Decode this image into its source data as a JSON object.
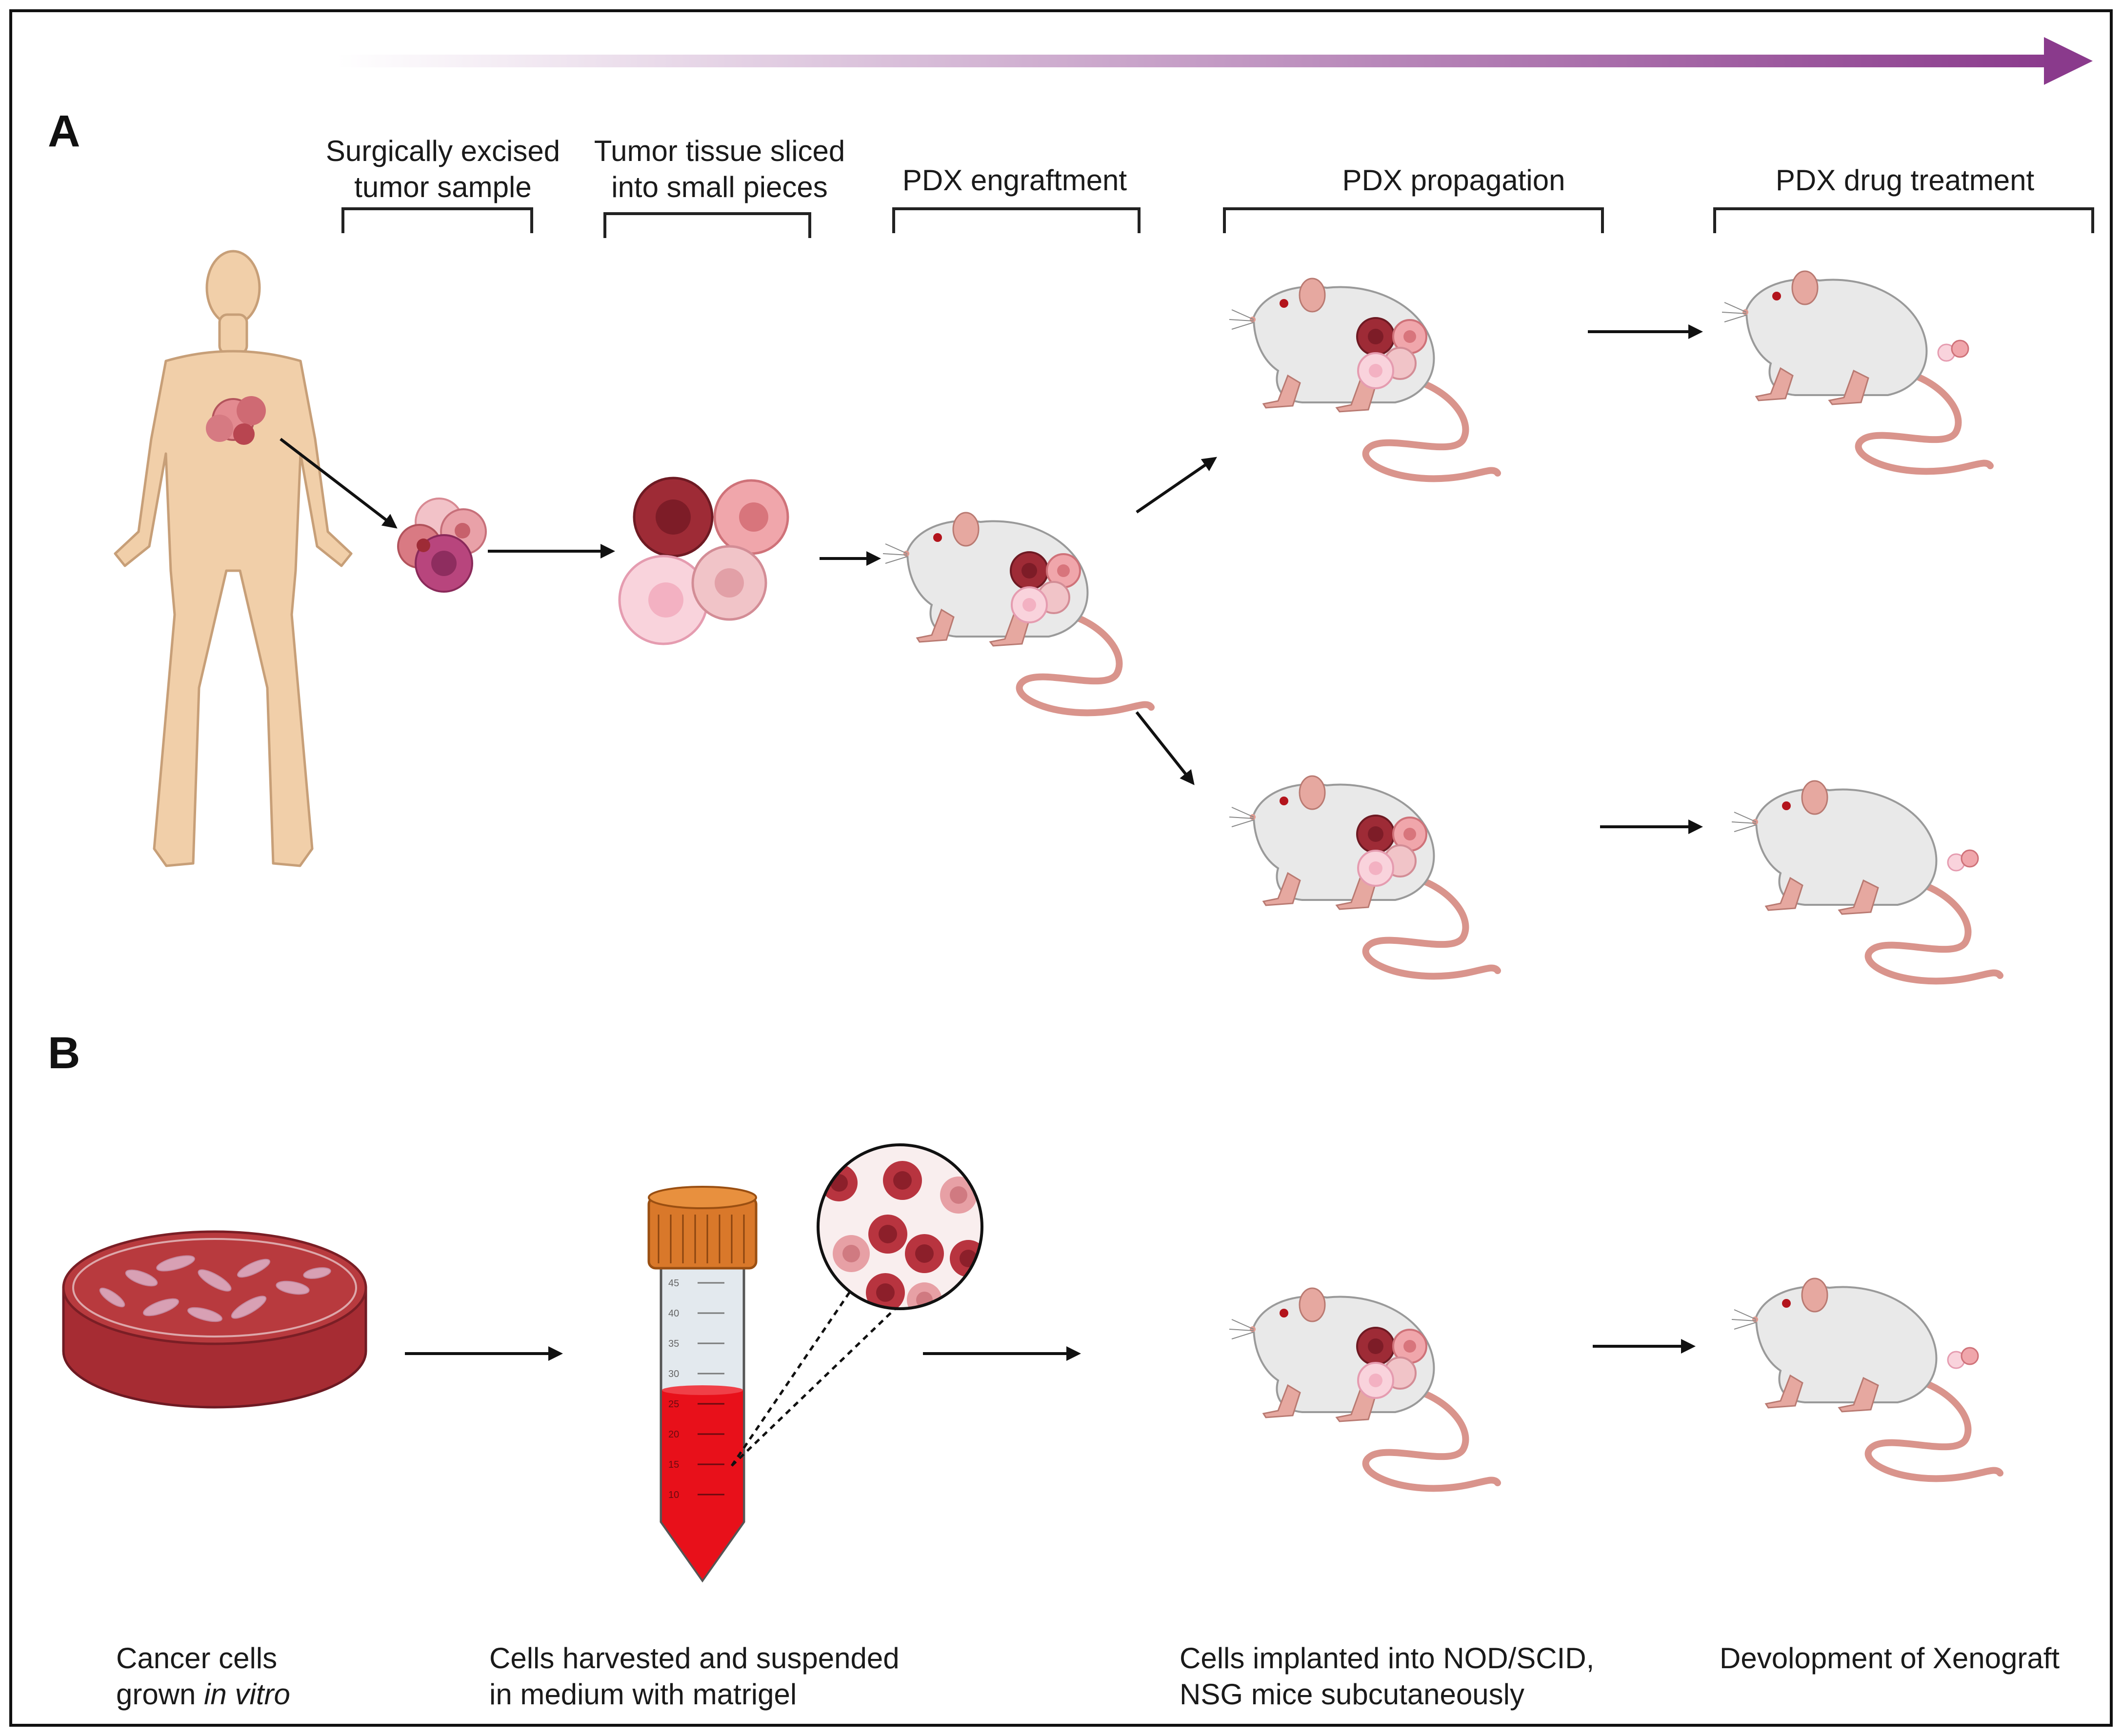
{
  "colors": {
    "timeline_start": "#ffffff",
    "timeline_end": "#8a3a8c",
    "skin": "#f1cfa9",
    "skin_stroke": "#c79f78",
    "tumor_dark": "#9e2b36",
    "tumor_mid": "#e38a90",
    "tumor_light": "#f6c4d2",
    "tumor_purple": "#b8457d",
    "mouse_body": "#e9e9e9",
    "mouse_ear": "#e6a8a0",
    "mouse_tail": "#d9948c",
    "dish_medium": "#b83a3e",
    "tube_cap": "#d9782a",
    "tube_fluid": "#e8101a"
  },
  "panels": {
    "a": {
      "letter": "A"
    },
    "b": {
      "letter": "B"
    }
  },
  "panel_a": {
    "step1": {
      "line1": "Surgically excised",
      "line2": "tumor sample"
    },
    "step2": {
      "line1": "Tumor tissue sliced",
      "line2": "into small pieces"
    },
    "step3": {
      "line1": "PDX engraftment"
    },
    "step4": {
      "line1": "PDX  propagation"
    },
    "step5": {
      "line1": "PDX drug treatment"
    }
  },
  "panel_b": {
    "step1": {
      "line1": "Cancer cells",
      "line2_prefix": "grown ",
      "line2_italic": "in vitro"
    },
    "step2": {
      "line1": "Cells harvested and suspended",
      "line2": "in medium with matrigel"
    },
    "step3": {
      "line1": "Cells implanted into NOD/SCID,",
      "line2": "NSG mice subcutaneously"
    },
    "step4": {
      "line1": "Devolopment of Xenograft"
    }
  },
  "tube_ticks": [
    "45",
    "40",
    "35",
    "30",
    "25",
    "20",
    "15",
    "10"
  ],
  "icons": {
    "human": "human-body-icon",
    "tumor": "tumor-cluster-icon",
    "mouse": "mouse-icon",
    "dish": "petri-dish-icon",
    "tube": "centrifuge-tube-icon",
    "magnifier": "magnified-cells-icon"
  }
}
